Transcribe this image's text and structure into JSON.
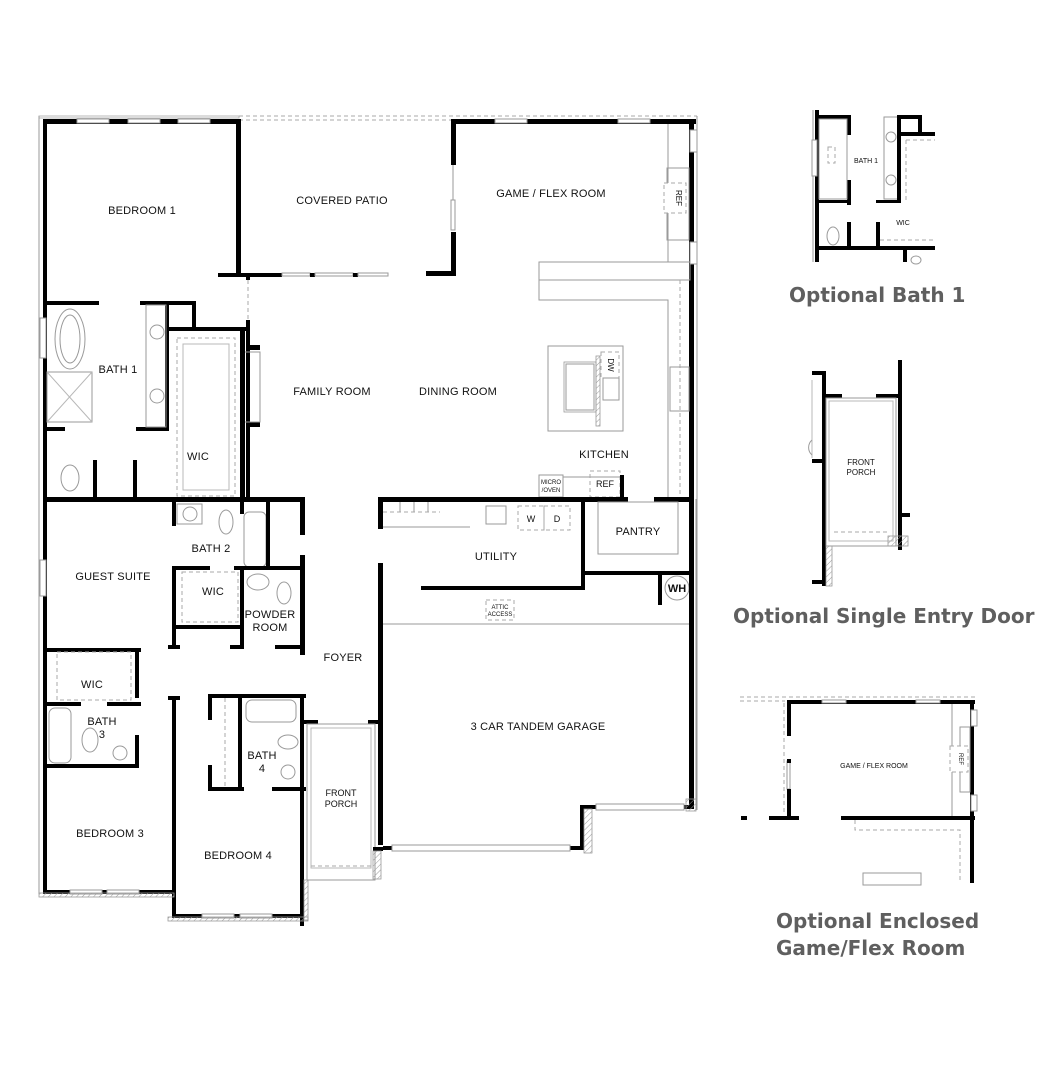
{
  "floorplan": {
    "rooms": {
      "bedroom1": "BEDROOM 1",
      "covered_patio": "COVERED PATIO",
      "game_flex": "GAME / FLEX ROOM",
      "ref_game": "REF",
      "bath1": "BATH 1",
      "wic_master": "WIC",
      "family_room": "FAMILY ROOM",
      "dining_room": "DINING ROOM",
      "kitchen": "KITCHEN",
      "dw": "DW",
      "micro_oven_1": "MICRO",
      "micro_oven_2": "/OVEN",
      "ref_kitchen": "REF",
      "pantry": "PANTRY",
      "utility": "UTILITY",
      "washer": "W",
      "dryer": "D",
      "water_heater": "WH",
      "attic_1": "ATTIC",
      "attic_2": "ACCESS",
      "guest_suite": "GUEST SUITE",
      "bath2": "BATH 2",
      "wic_guest": "WIC",
      "powder_1": "POWDER",
      "powder_2": "ROOM",
      "foyer": "FOYER",
      "wic_bed3": "WIC",
      "bath3_1": "BATH",
      "bath3_2": "3",
      "bath4_1": "BATH",
      "bath4_2": "4",
      "bedroom3": "BEDROOM 3",
      "bedroom4": "BEDROOM 4",
      "front_porch_1": "FRONT",
      "front_porch_2": "PORCH",
      "garage": "3 CAR TANDEM GARAGE"
    }
  },
  "options": [
    {
      "title": "Optional Bath 1",
      "labels": {
        "bath": "BATH 1",
        "wic": "WIC"
      }
    },
    {
      "title": "Optional Single Entry Door",
      "labels": {
        "porch_1": "FRONT",
        "porch_2": "PORCH"
      }
    },
    {
      "title_line1": "Optional Enclosed",
      "title_line2": "Game/Flex Room",
      "labels": {
        "game": "GAME / FLEX ROOM",
        "ref": "REF"
      }
    }
  ]
}
